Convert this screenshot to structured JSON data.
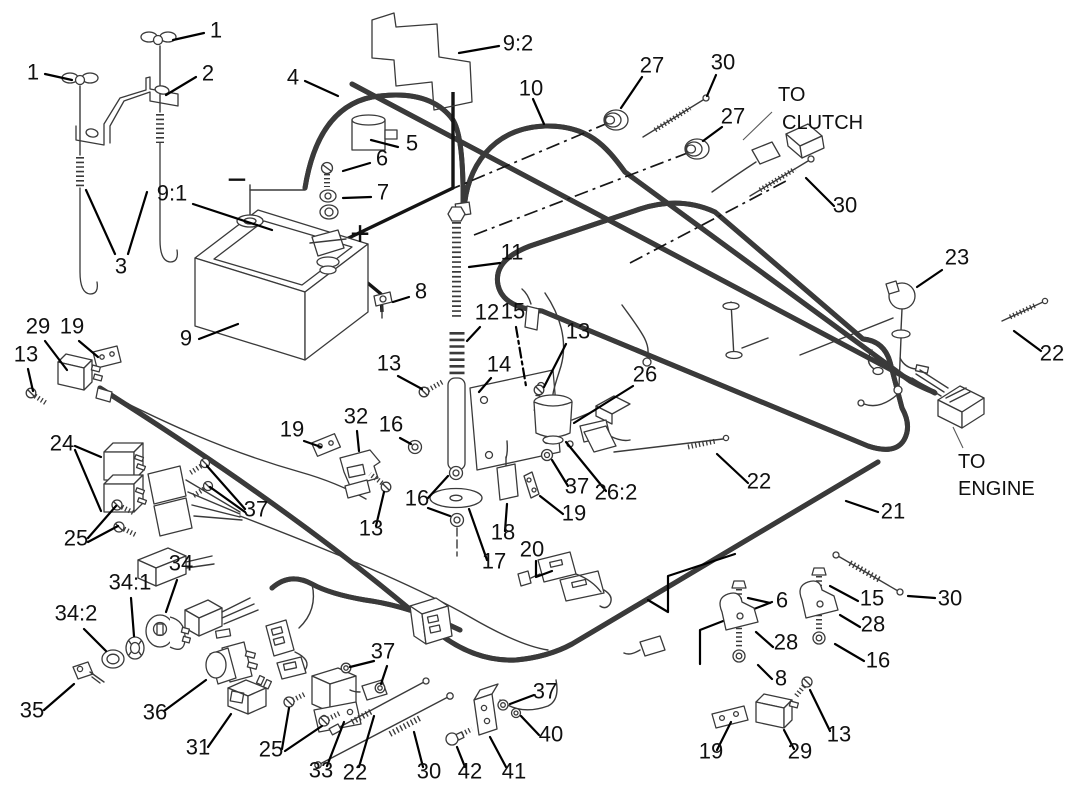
{
  "colors": {
    "background": "#ffffff",
    "line": "#3a3a3a",
    "leader": "#000000"
  },
  "callouts": {
    "to_clutch_line1": "TO",
    "to_clutch_line2": "CLUTCH",
    "to_engine_line1": "TO",
    "to_engine_line2": "ENGINE",
    "battery_negative": "−",
    "battery_positive": "+"
  },
  "labels": {
    "l1a": "1",
    "l1b": "1",
    "l2": "2",
    "l3": "3",
    "l4": "4",
    "l5": "5",
    "l6a": "6",
    "l6b": "6",
    "l7": "7",
    "l8a": "8",
    "l8b": "8",
    "l9": "9",
    "l9_1": "9:1",
    "l9_2": "9:2",
    "l10": "10",
    "l11": "11",
    "l12": "12",
    "l13a": "13",
    "l13b": "13",
    "l13c": "13",
    "l13d": "13",
    "l13e": "13",
    "l14": "14",
    "l15a": "15",
    "l15b": "15",
    "l16a": "16",
    "l16b": "16",
    "l16c": "16",
    "l17": "17",
    "l18": "18",
    "l19a": "19",
    "l19b": "19",
    "l19c": "19",
    "l19d": "19",
    "l20": "20",
    "l21": "21",
    "l22a": "22",
    "l22b": "22",
    "l22c": "22",
    "l23": "23",
    "l24": "24",
    "l25a": "25",
    "l25b": "25",
    "l26": "26",
    "l26_2": "26:2",
    "l27a": "27",
    "l27b": "27",
    "l28a": "28",
    "l28b": "28",
    "l29a": "29",
    "l29b": "29",
    "l30a": "30",
    "l30b": "30",
    "l30c": "30",
    "l30d": "30",
    "l31": "31",
    "l32": "32",
    "l33": "33",
    "l34": "34",
    "l34_1": "34:1",
    "l34_2": "34:2",
    "l35": "35",
    "l36": "36",
    "l37a": "37",
    "l37b": "37",
    "l37c": "37",
    "l37d": "37",
    "l40": "40",
    "l41": "41",
    "l42": "42"
  }
}
